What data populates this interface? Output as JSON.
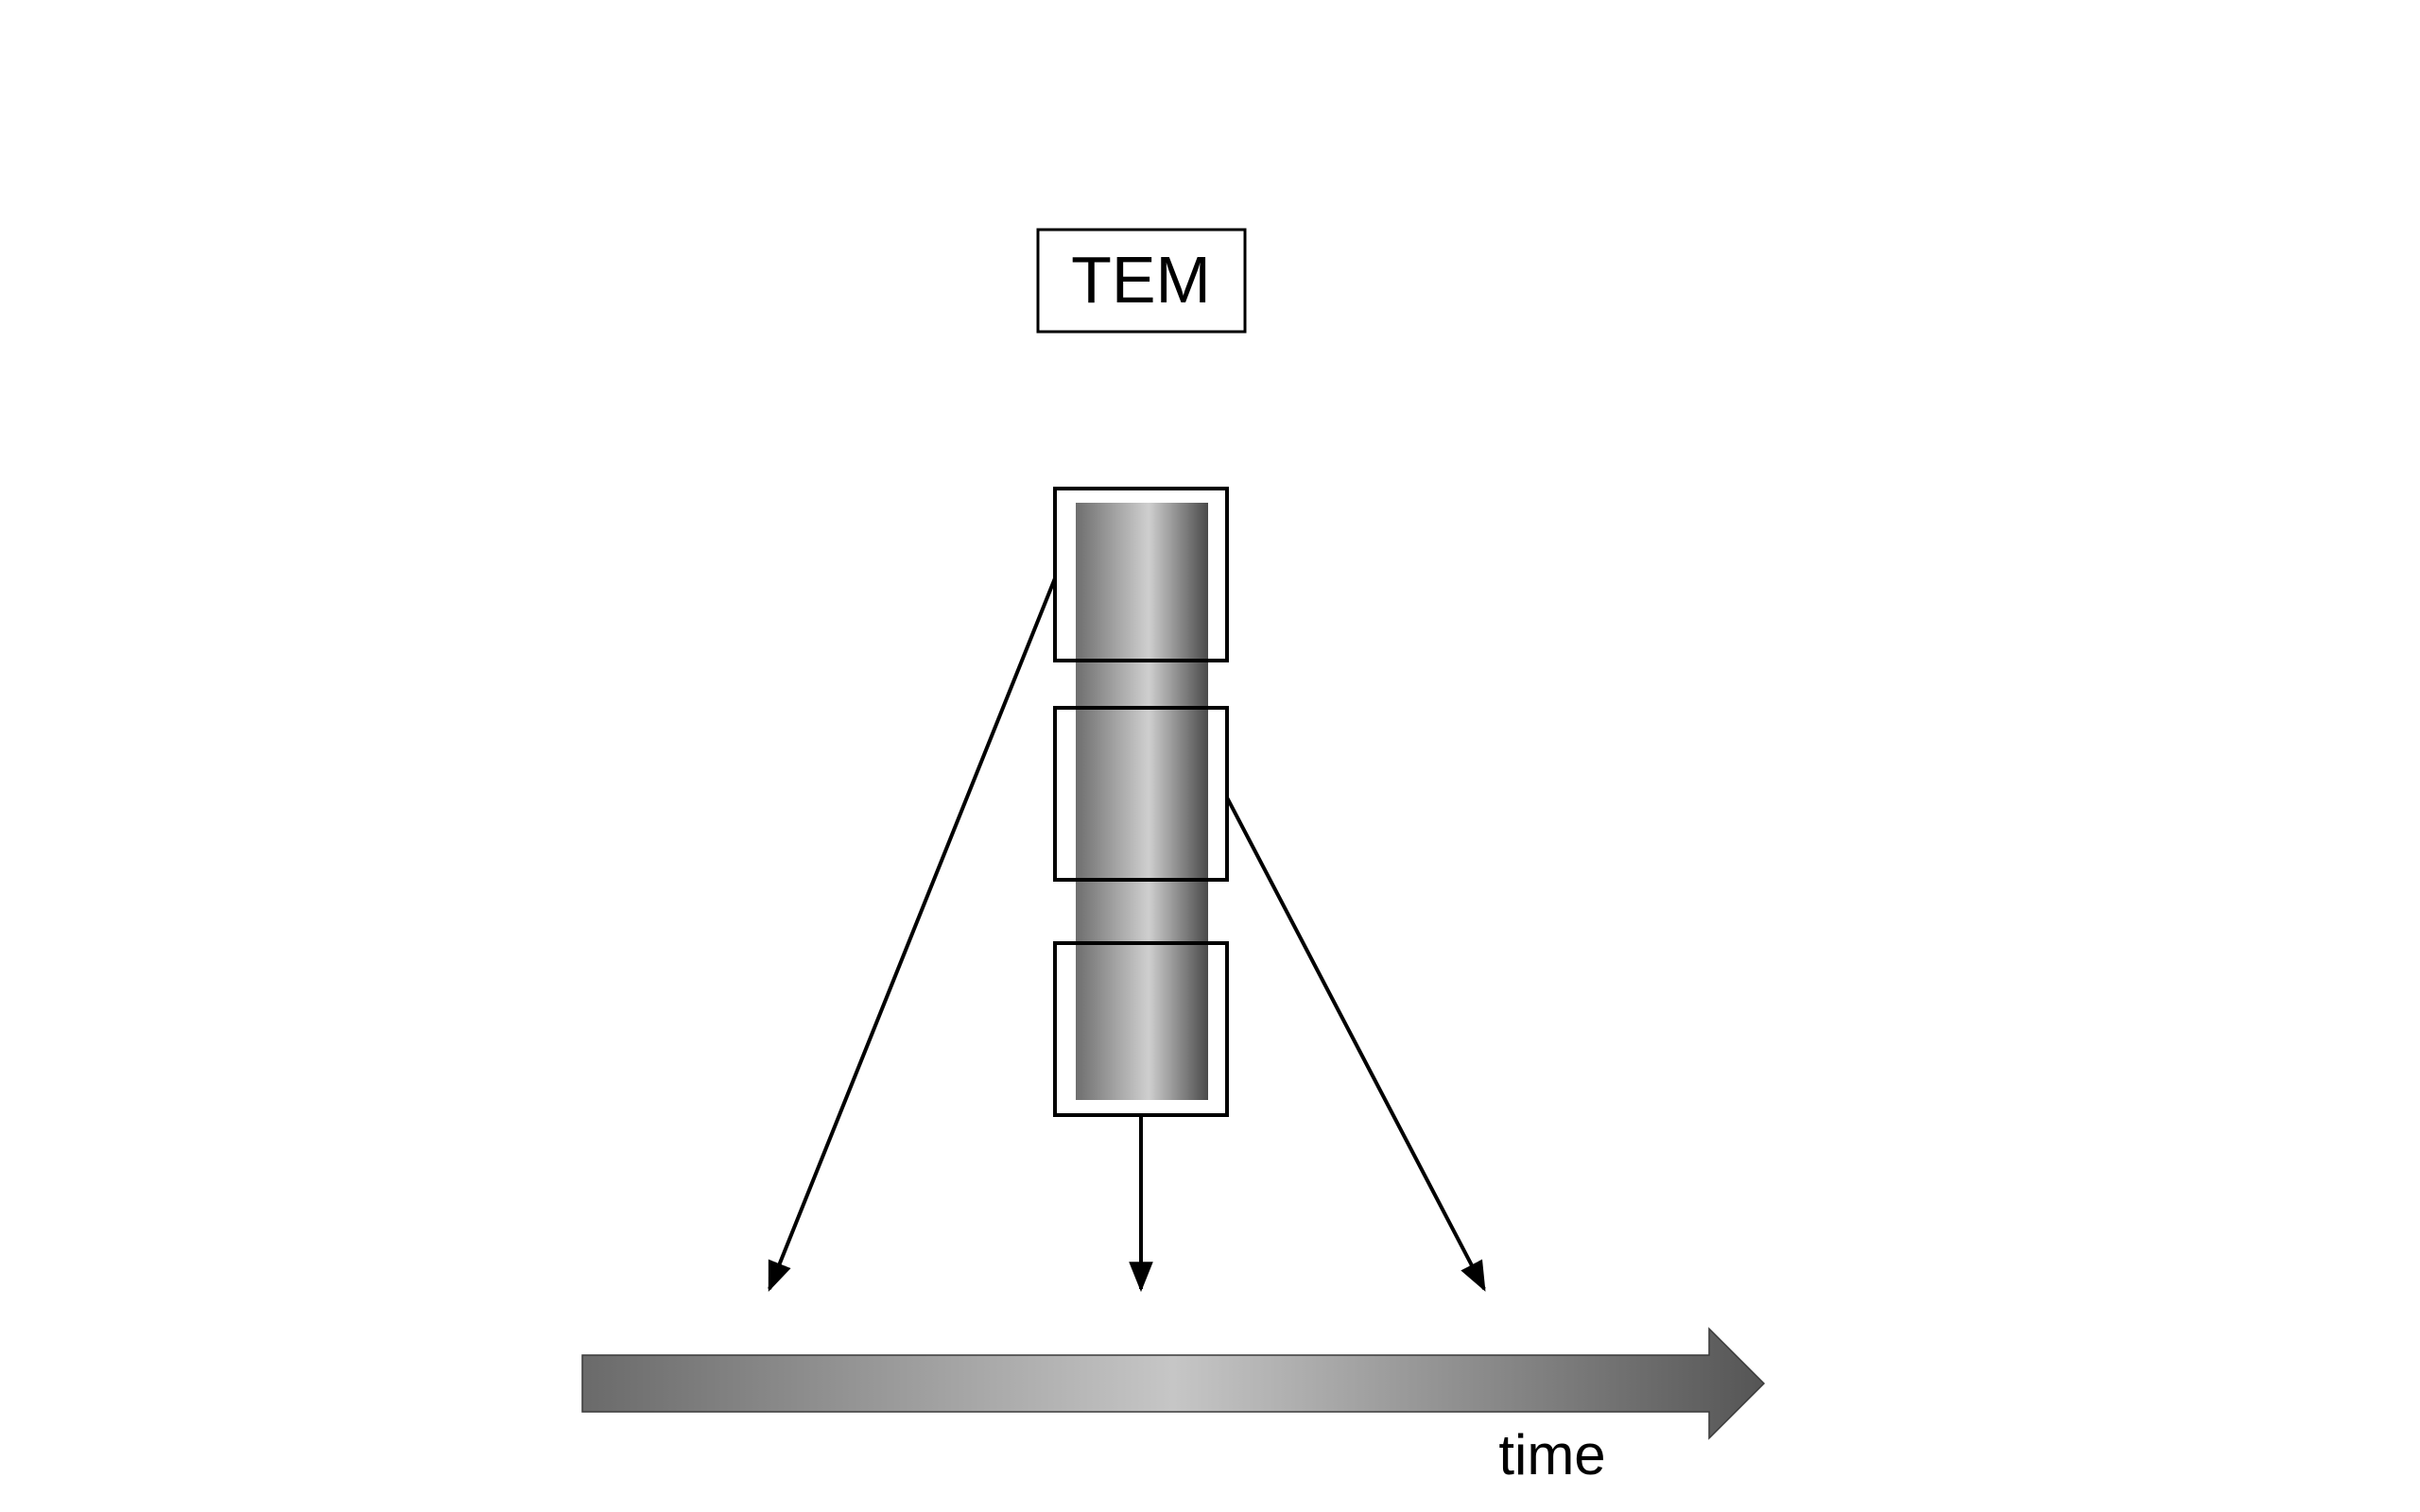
{
  "title_box": {
    "label": "TEM"
  },
  "time_axis": {
    "label": "time"
  },
  "colors": {
    "stroke": "#000000",
    "gradient_dark": "#555555",
    "gradient_light": "#c8c8c8"
  },
  "regions": [
    {
      "name": "top-region"
    },
    {
      "name": "middle-region"
    },
    {
      "name": "bottom-region"
    }
  ]
}
